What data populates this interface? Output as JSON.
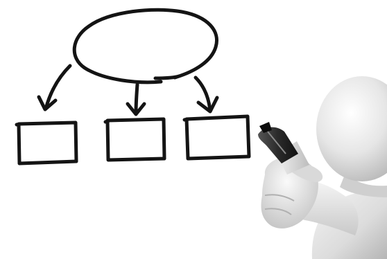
{
  "diagram": {
    "root_node": {
      "shape": "ellipse",
      "label": ""
    },
    "child_nodes": [
      {
        "shape": "rectangle",
        "label": ""
      },
      {
        "shape": "rectangle",
        "label": ""
      },
      {
        "shape": "rectangle",
        "label": ""
      }
    ],
    "connectors": [
      {
        "from": "root",
        "to": "child-1",
        "style": "hand-drawn-arrow"
      },
      {
        "from": "root",
        "to": "child-2",
        "style": "hand-drawn-arrow"
      },
      {
        "from": "root",
        "to": "child-3",
        "style": "hand-drawn-arrow"
      }
    ],
    "ink_color": "#141414"
  },
  "figure": {
    "subject": "3d-white-figure-drawing-with-marker",
    "body_color": "#e9e9e9",
    "marker_color": "#2a2a2a",
    "marker_cap_color": "#dcdcdc"
  },
  "background_color": "#ffffff"
}
